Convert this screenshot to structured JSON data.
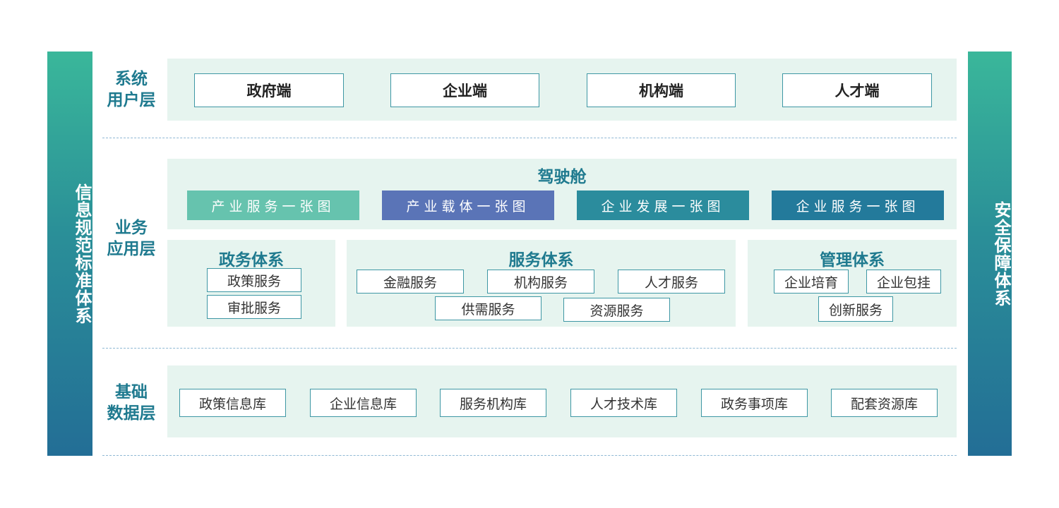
{
  "left_bar": "信息规范标准体系",
  "right_bar": "安全保障体系",
  "user_layer": {
    "label_line1": "系统",
    "label_line2": "用户层",
    "items": [
      "政府端",
      "企业端",
      "机构端",
      "人才端"
    ]
  },
  "business_layer": {
    "label_line1": "业务",
    "label_line2": "应用层",
    "cockpit": {
      "title": "驾驶舱",
      "items": [
        {
          "label": "产业服务一张图",
          "color": "#66c3ae"
        },
        {
          "label": "产业载体一张图",
          "color": "#5a74b7"
        },
        {
          "label": "企业发展一张图",
          "color": "#2b8c9d"
        },
        {
          "label": "企业服务一张图",
          "color": "#237a9b"
        }
      ]
    },
    "gov_system": {
      "title": "政务体系",
      "items": [
        "政策服务",
        "审批服务"
      ]
    },
    "service_system": {
      "title": "服务体系",
      "items": [
        "金融服务",
        "机构服务",
        "人才服务",
        "供需服务",
        "资源服务"
      ]
    },
    "mgmt_system": {
      "title": "管理体系",
      "items": [
        "企业培育",
        "企业包挂",
        "创新服务"
      ]
    }
  },
  "data_layer": {
    "label_line1": "基础",
    "label_line2": "数据层",
    "items": [
      "政策信息库",
      "企业信息库",
      "服务机构库",
      "人才技术库",
      "政务事项库",
      "配套资源库"
    ]
  }
}
